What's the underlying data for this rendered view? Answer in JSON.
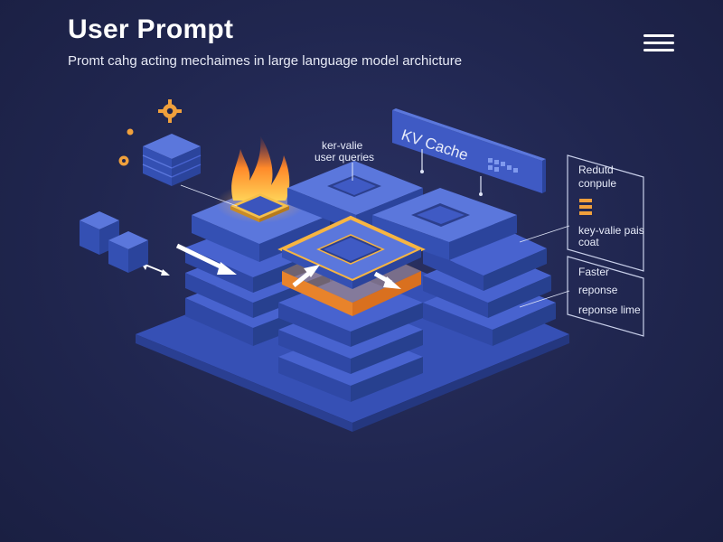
{
  "header": {
    "title": "User Prompt",
    "subtitle": "Promt cahg acting mechaimes in large language model archicture"
  },
  "menu_icon": "hamburger-menu-icon",
  "diagram": {
    "kv_cache_label": "KV Cache",
    "chip_label_line1": "ker-valie",
    "chip_label_line2": "user queries",
    "side_panel_1": {
      "line1": "Redutd",
      "line2": "conpule",
      "line3": "key-valie pais",
      "line4": "coat"
    },
    "side_panel_2": {
      "line1": "Faster",
      "line2": "reponse",
      "line3": "reponse lime"
    }
  },
  "colors": {
    "background": "#20264f",
    "block_blue": "#3f59c2",
    "block_top": "#5b77dc",
    "highlight_orange": "#f5a63a",
    "flame": "#ff8a2a",
    "accent_gear": "#f0a03c"
  }
}
